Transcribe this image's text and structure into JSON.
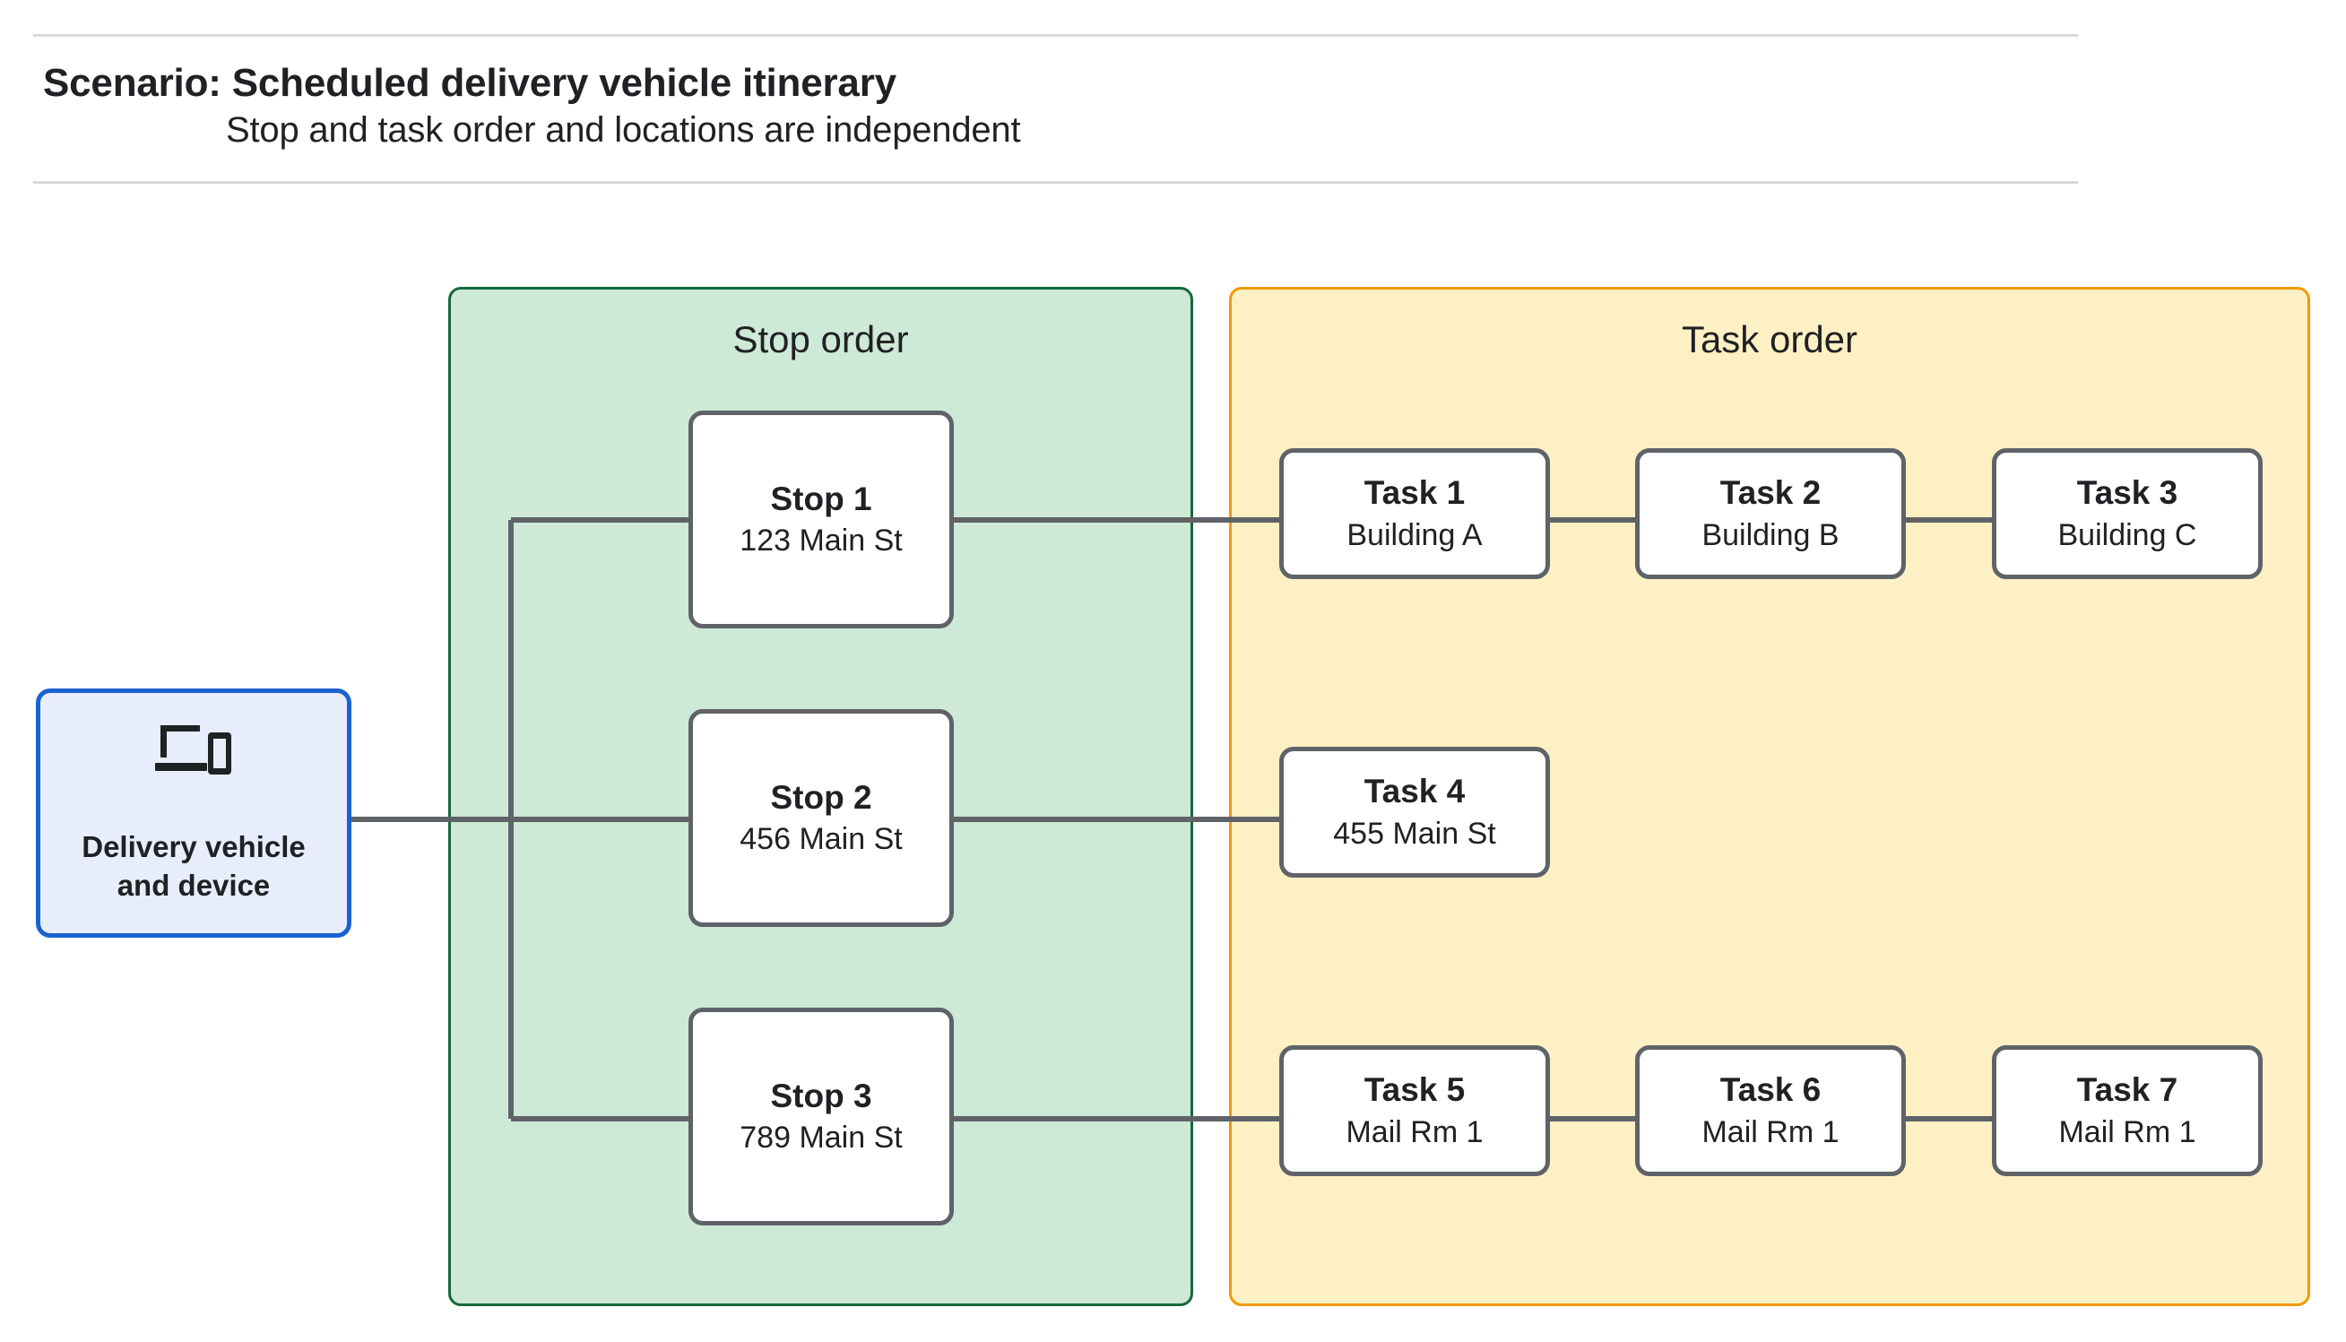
{
  "header": {
    "title": "Scenario: Scheduled delivery vehicle itinerary",
    "subtitle": "Stop and task order and locations are independent"
  },
  "vehicle": {
    "label": "Delivery vehicle\nand device",
    "icon": "devices-icon",
    "fill_color": "#e8edfb",
    "border_color": "#1a62d0"
  },
  "groups": {
    "stop_order": {
      "title": "Stop order",
      "fill_color": "#cee9d6",
      "border_color": "#14683a"
    },
    "task_order": {
      "title": "Task order",
      "fill_color": "#fdf0c4",
      "border_color": "#f29900"
    }
  },
  "stops": [
    {
      "title": "Stop 1",
      "location": "123 Main St"
    },
    {
      "title": "Stop 2",
      "location": "456 Main St"
    },
    {
      "title": "Stop 3",
      "location": "789 Main St"
    }
  ],
  "tasks": [
    {
      "title": "Task 1",
      "location": "Building A"
    },
    {
      "title": "Task 2",
      "location": "Building B"
    },
    {
      "title": "Task 3",
      "location": "Building C"
    },
    {
      "title": "Task 4",
      "location": "455 Main St"
    },
    {
      "title": "Task 5",
      "location": "Mail Rm 1"
    },
    {
      "title": "Task 6",
      "location": "Mail Rm 1"
    },
    {
      "title": "Task 7",
      "location": "Mail Rm 1"
    }
  ],
  "connector_color": "#5f6368"
}
